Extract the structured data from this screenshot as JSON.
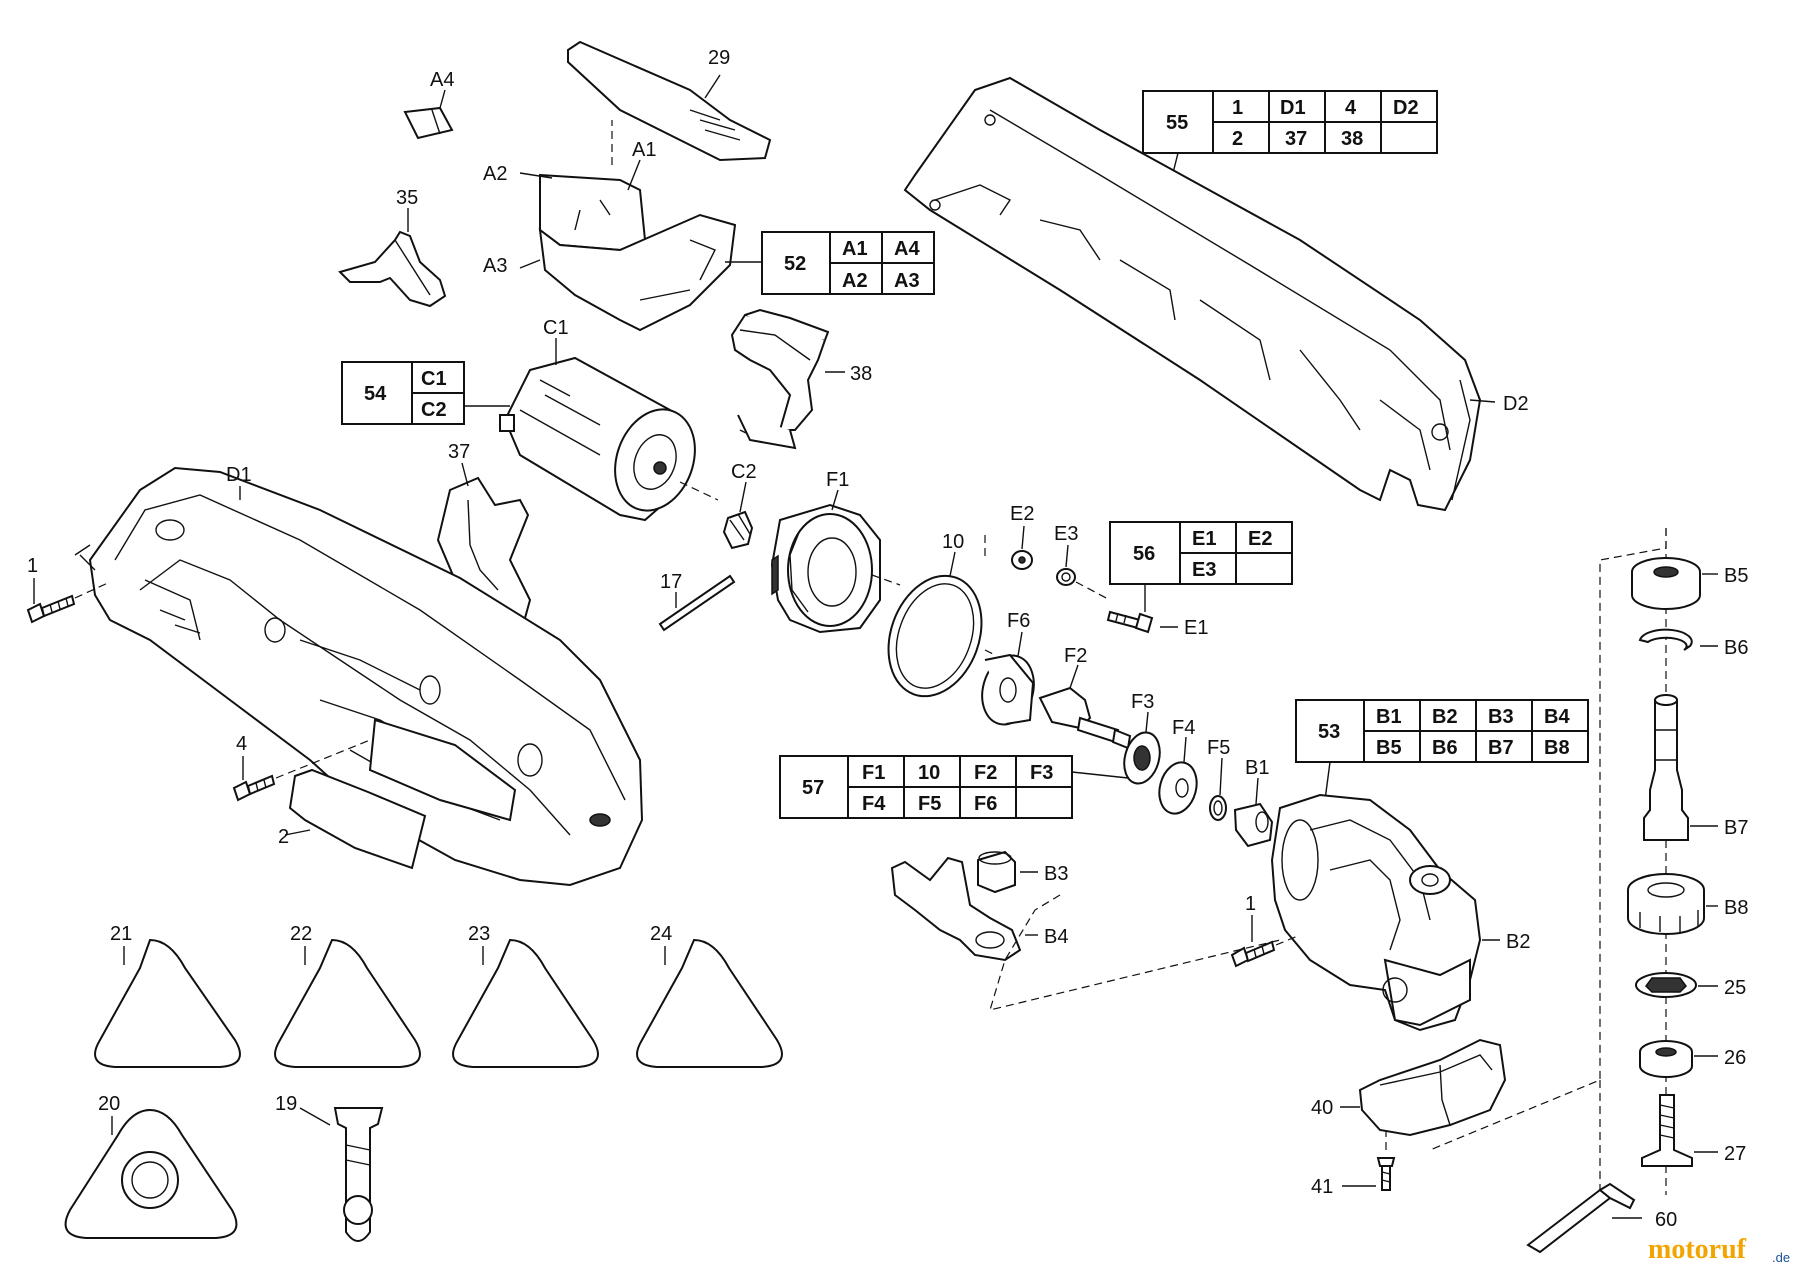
{
  "watermark": {
    "text": "motoruf",
    "suffix": ".de",
    "color_primary": "#f2a500",
    "color_secondary": "#1a4f9c"
  },
  "labels": {
    "p29": "29",
    "A4": "A4",
    "A1": "A1",
    "A2": "A2",
    "A3": "A3",
    "p35": "35",
    "C1": "C1",
    "p38": "38",
    "p37": "37",
    "D1": "D1",
    "C2": "C2",
    "F1": "F1",
    "p1a": "1",
    "p17": "17",
    "p10": "10",
    "E2": "E2",
    "E3": "E3",
    "E1": "E1",
    "F6": "F6",
    "F2": "F2",
    "F3": "F3",
    "F4": "F4",
    "F5": "F5",
    "B1": "B1",
    "p4": "4",
    "p2": "2",
    "D2": "D2",
    "B3": "B3",
    "B4": "B4",
    "p1b": "1",
    "B2": "B2",
    "B5": "B5",
    "B6": "B6",
    "B7": "B7",
    "B8": "B8",
    "p25": "25",
    "p26": "26",
    "p27": "27",
    "p21": "21",
    "p22": "22",
    "p23": "23",
    "p24": "24",
    "p20": "20",
    "p19": "19",
    "p40": "40",
    "p41": "41",
    "p60": "60"
  },
  "tables": {
    "t55": {
      "id": "55",
      "cells": [
        [
          "1",
          "D1",
          "4",
          "D2"
        ],
        [
          "2",
          "37",
          "38",
          ""
        ]
      ]
    },
    "t52": {
      "id": "52",
      "cells": [
        [
          "A1",
          "A4"
        ],
        [
          "A2",
          "A3"
        ]
      ]
    },
    "t54": {
      "id": "54",
      "cells": [
        [
          "C1"
        ],
        [
          "C2"
        ]
      ]
    },
    "t56": {
      "id": "56",
      "cells": [
        [
          "E1",
          "E2"
        ],
        [
          "E3",
          ""
        ]
      ]
    },
    "t53": {
      "id": "53",
      "cells": [
        [
          "B1",
          "B2",
          "B3",
          "B4"
        ],
        [
          "B5",
          "B6",
          "B7",
          "B8"
        ]
      ]
    },
    "t57": {
      "id": "57",
      "cells": [
        [
          "F1",
          "10",
          "F2",
          "F3"
        ],
        [
          "F4",
          "F5",
          "F6",
          ""
        ]
      ]
    }
  }
}
